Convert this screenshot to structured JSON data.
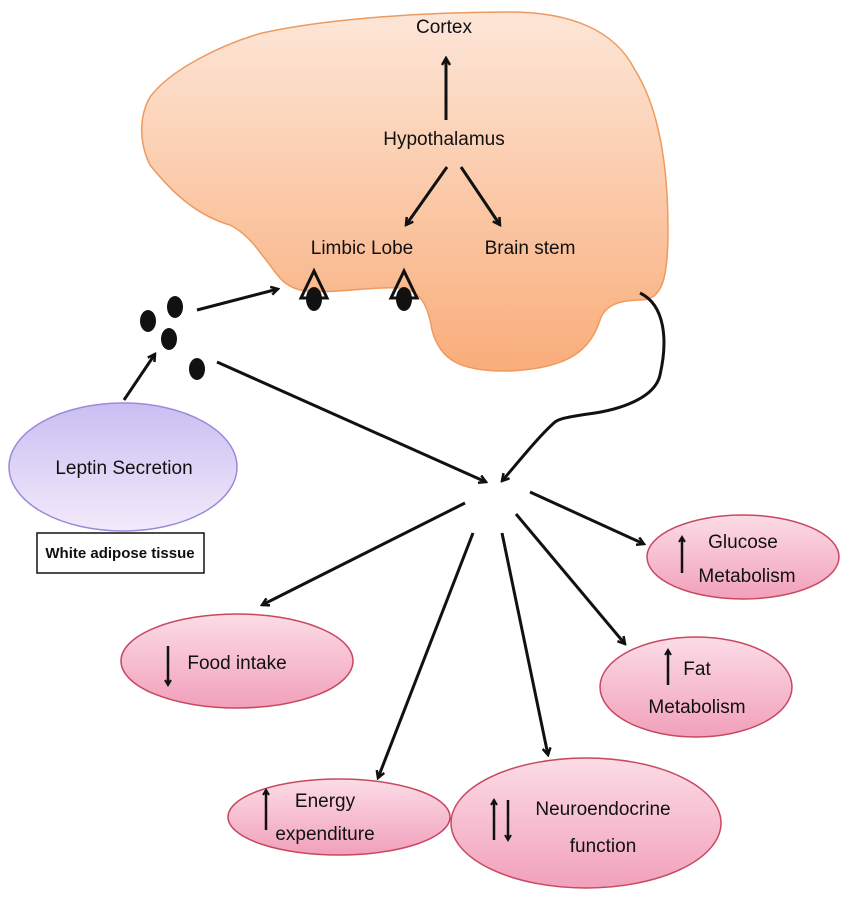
{
  "brain": {
    "cortex": "Cortex",
    "hypothalamus": "Hypothalamus",
    "limbic_lobe": "Limbic Lobe",
    "brain_stem": "Brain stem"
  },
  "source": {
    "leptin_secretion": "Leptin Secretion",
    "tissue_label": "White adipose tissue"
  },
  "outcomes": [
    {
      "direction": "down",
      "line1": "Food intake",
      "line2": ""
    },
    {
      "direction": "up",
      "line1": "Energy",
      "line2": "expenditure"
    },
    {
      "direction": "up-down",
      "line1": "Neuroendocrine",
      "line2": "function"
    },
    {
      "direction": "up",
      "line1": "Fat",
      "line2": "Metabolism"
    },
    {
      "direction": "up",
      "line1": "Glucose",
      "line2": "Metabolism"
    }
  ],
  "colors": {
    "brain_fill_top": "#FDE3D3",
    "brain_fill_bottom": "#F9AE7C",
    "brain_stroke": "#EE9A5E",
    "outcome_fill_top": "#FCD5E2",
    "outcome_fill_bottom": "#F2A2BC",
    "outcome_stroke": "#C8485F",
    "leptin_fill_top": "#C8BDF2",
    "leptin_fill_bottom": "#F1E6FA",
    "leptin_stroke": "#9B8BD8"
  }
}
